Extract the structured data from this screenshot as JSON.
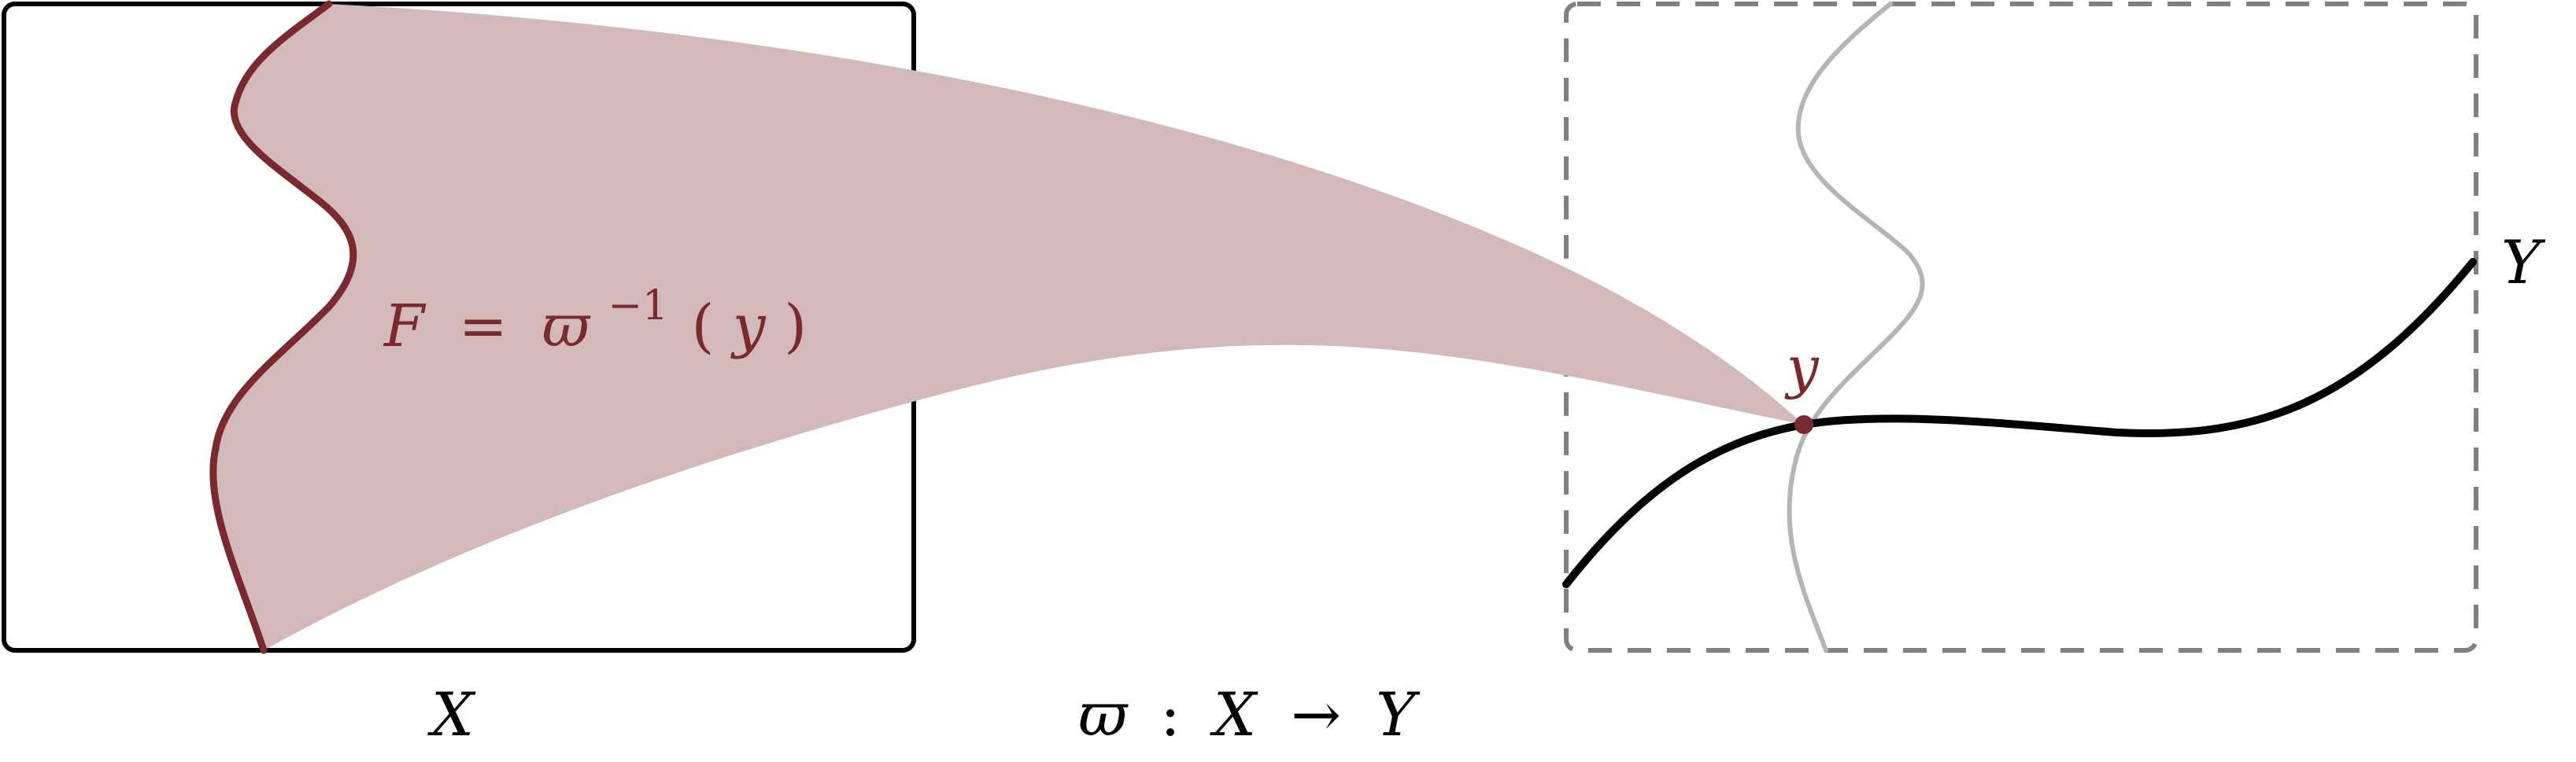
{
  "labels": {
    "fiber": {
      "lhs": "F",
      "eq": "=",
      "map": "ϖ",
      "exp": "−1",
      "arg_open": "(",
      "arg": "y",
      "arg_close": ")"
    },
    "point": "y",
    "base_curve": "Y",
    "total_space": "X",
    "map_caption": {
      "map": "ϖ",
      "colon": ":",
      "src": "X",
      "arrow": "→",
      "tgt": "Y"
    }
  },
  "colors": {
    "fiber_stroke": "#7a2a2e",
    "fiber_region": "#d3b9ba",
    "fiber_text": "#7a2a2e",
    "base_curve": "#000000",
    "ghost_curve": "#b5b5b5",
    "dashed_frame": "#808080",
    "solid_frame": "#000000",
    "label_text": "#000000"
  }
}
